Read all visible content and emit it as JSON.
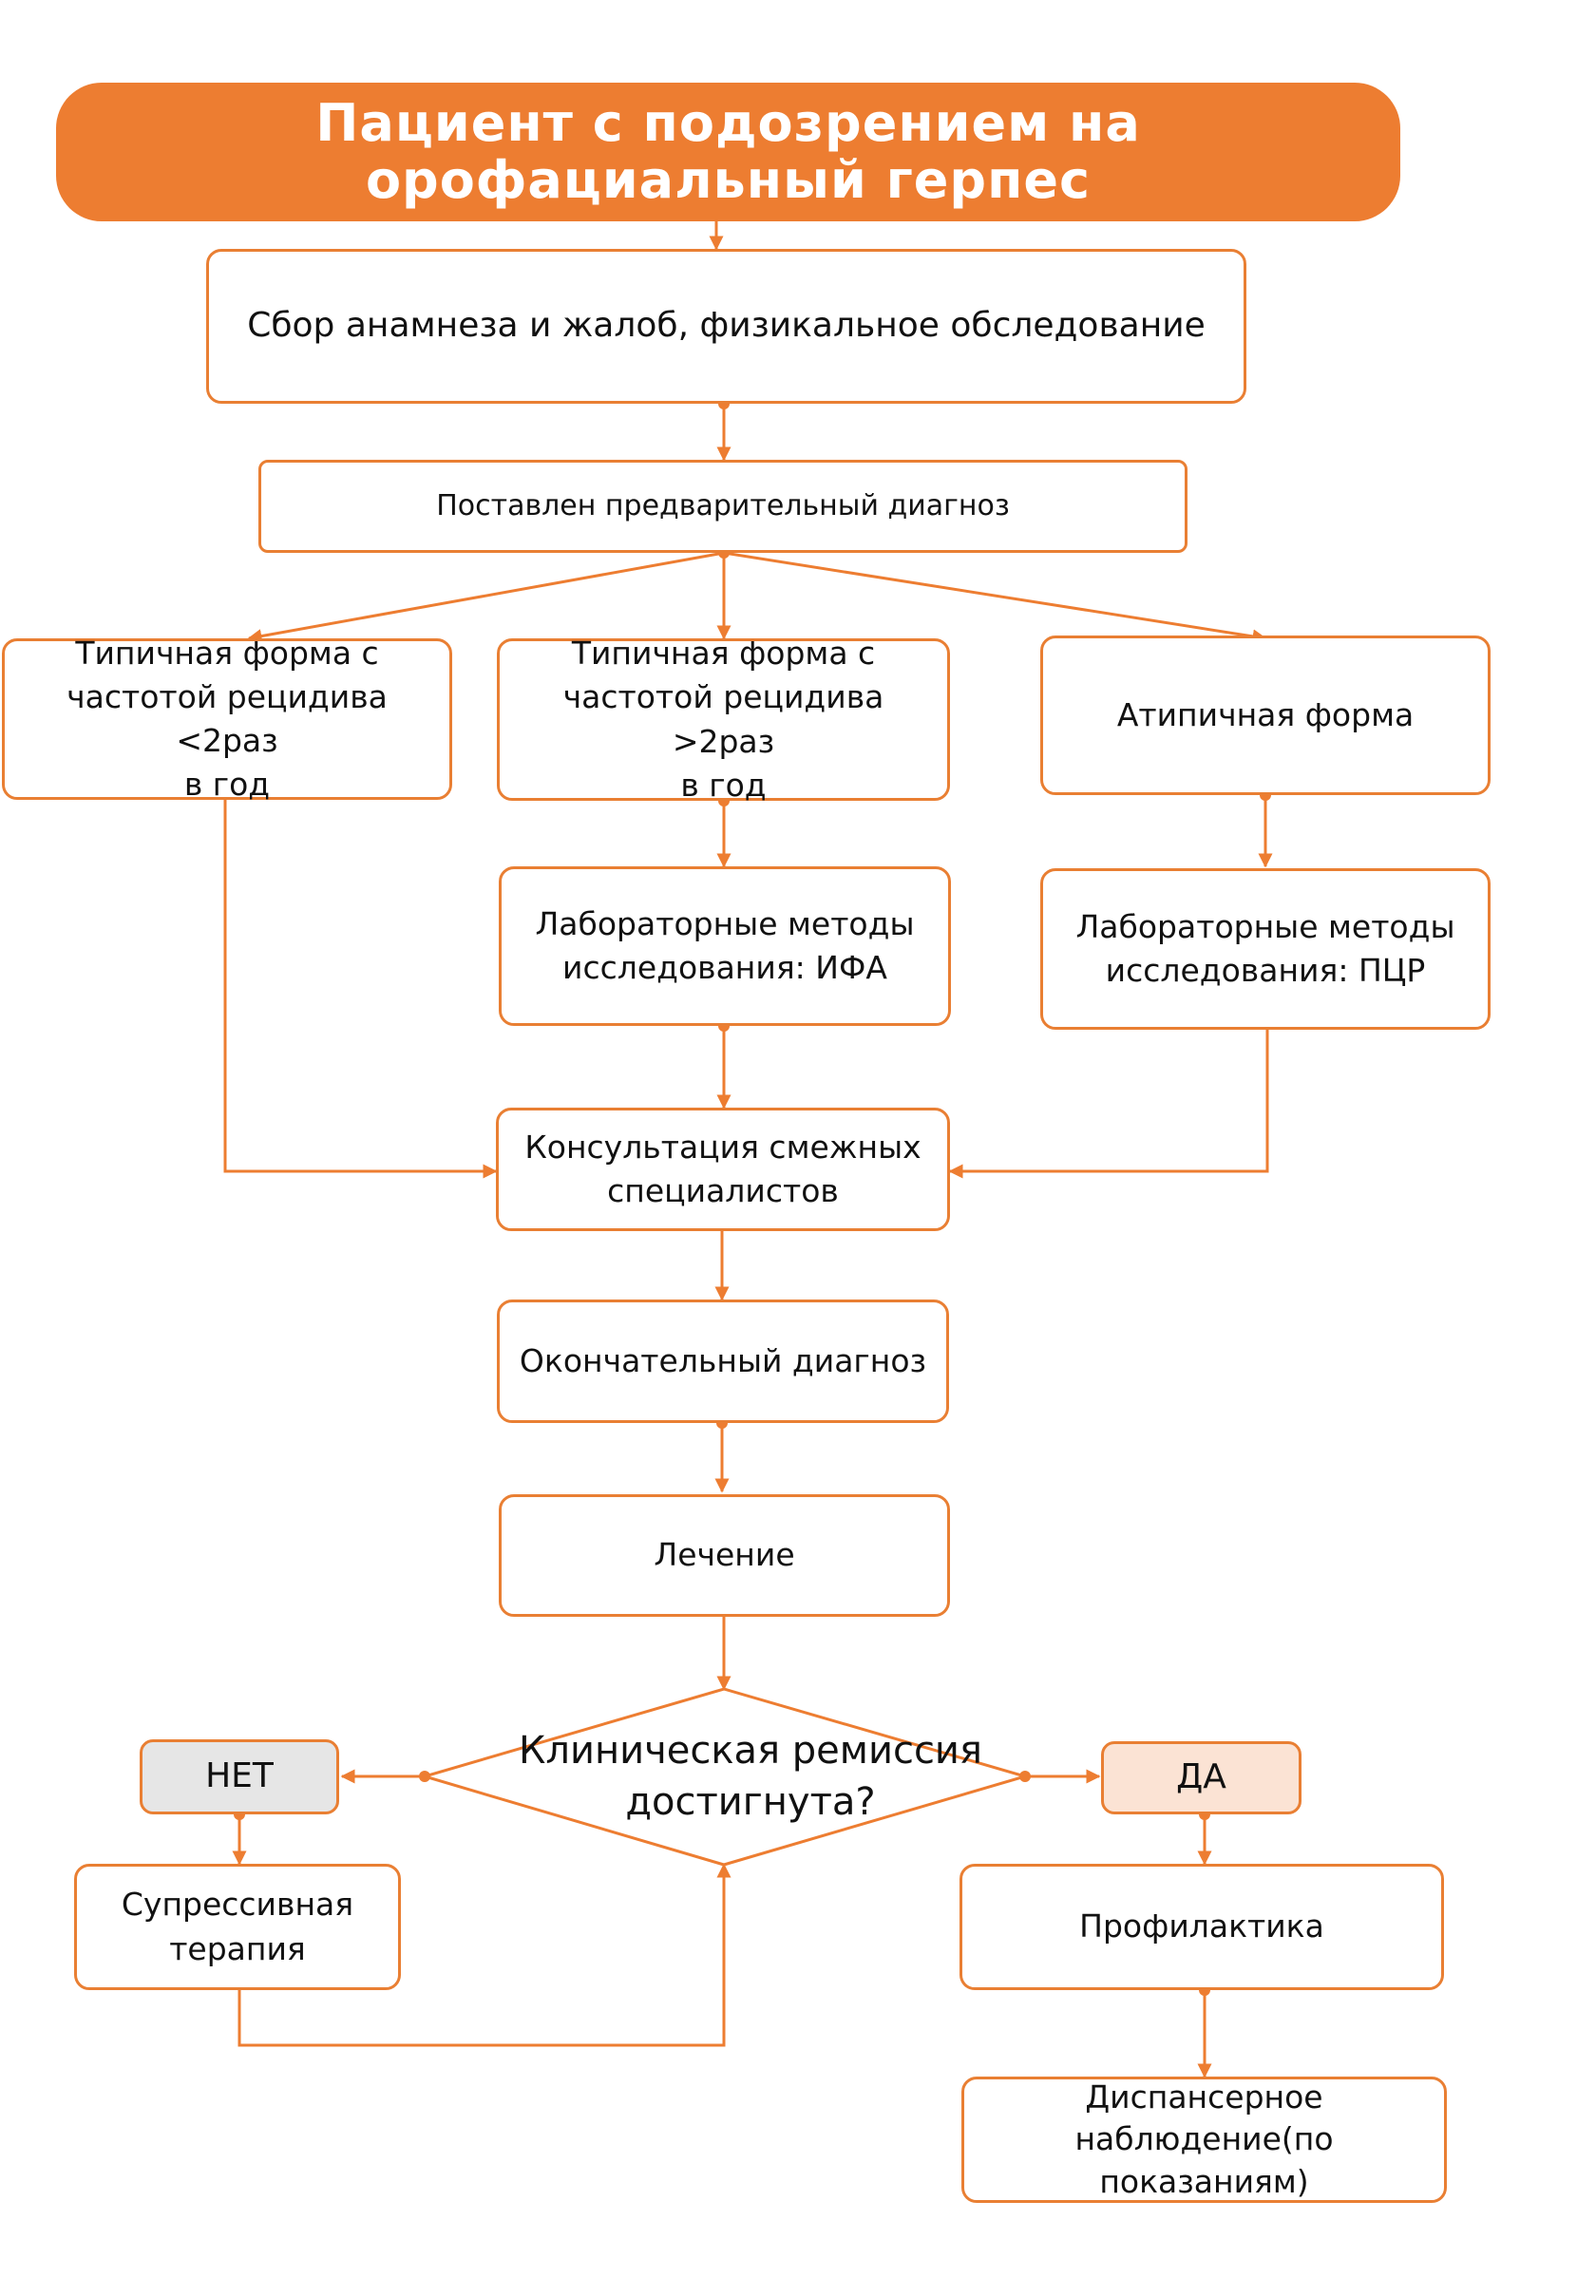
{
  "title": "Пациент с подозрением на\nорофациальный герпес",
  "nodes": {
    "anamnesis": "Сбор анамнеза и жалоб, физикальное обследование",
    "preliminary": "Поставлен предварительный диагноз",
    "typical_low": "Типичная форма с\nчастотой рецидива <2раз\nв год",
    "typical_high": "Типичная форма с\nчастотой рецидива >2раз\nв год",
    "atypical": "Атипичная форма",
    "lab_ifa": "Лабораторные методы\nисследования: ИФА",
    "lab_pcr": "Лабораторные методы\nисследования: ПЦР",
    "consult": "Консультация смежных\nспециалистов",
    "final": "Окончательный диагноз",
    "treatment": "Лечение",
    "decision": "Клиническая ремиссия\nдостигнута?",
    "no": "НЕТ",
    "yes": "ДА",
    "suppressive": "Супрессивная\nтерапия",
    "prevention": "Профилактика",
    "dispensary": "Диспансерное\nнаблюдение(по\nпоказаниям)"
  },
  "colors": {
    "accent": "#ED7D31",
    "border": "#E97F33",
    "no_fill": "#E6E6E6",
    "yes_fill": "#FBE3D4"
  }
}
